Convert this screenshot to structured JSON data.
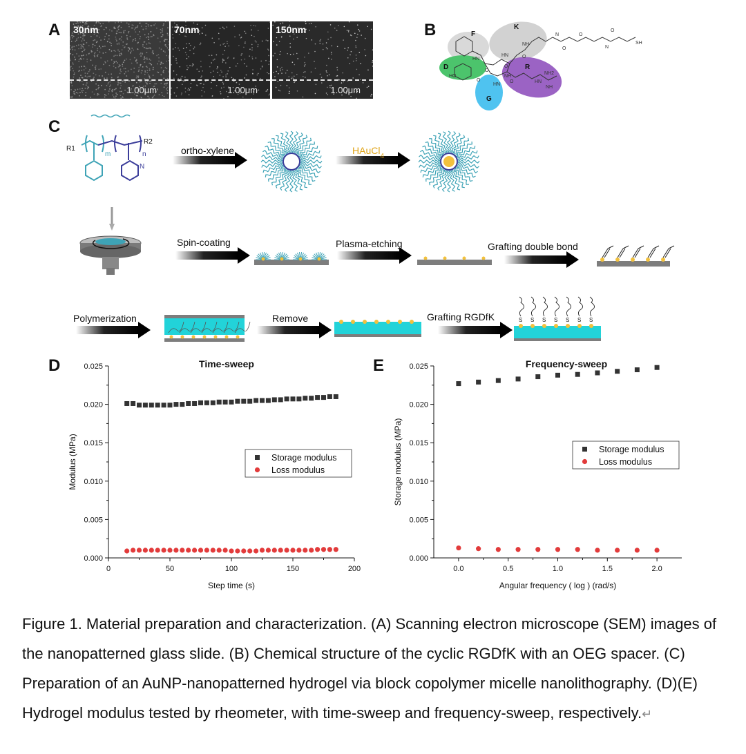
{
  "panels": {
    "a": "A",
    "b": "B",
    "c": "C",
    "d": "D",
    "e": "E"
  },
  "sem": [
    {
      "label": "30nm",
      "scale": "1.00μm",
      "bg": "#3a3a3a",
      "dots": "#9a9a9a"
    },
    {
      "label": "70nm",
      "scale": "1.00μm",
      "bg": "#262626",
      "dots": "#bdbdbd"
    },
    {
      "label": "150nm",
      "scale": "1.00μm",
      "bg": "#2a2a2a",
      "dots": "#d0d0d0"
    }
  ],
  "structure": {
    "residues": [
      "F",
      "K",
      "D",
      "R",
      "G"
    ],
    "atoms": [
      "HN",
      "HN",
      "O",
      "HO",
      "O",
      "HN",
      "NH",
      "O",
      "O",
      "NH",
      "NH2",
      "HN",
      "NH",
      "O",
      "N",
      "O",
      "O",
      "N",
      "SH",
      "O"
    ]
  },
  "process": {
    "reagent_1": "ortho-xylene",
    "reagent_2": "HAuCl4",
    "step_spin": "Spin-coating",
    "step_plasma": "Plasma-etching",
    "step_graft_double": "Grafting double bond",
    "step_polymerization": "Polymerization",
    "step_remove": "Remove",
    "step_graft_rgd": "Grafting RGDfK",
    "polymer_labels": {
      "r1": "R1",
      "r2": "R2",
      "m": "m",
      "n": "n",
      "N": "N"
    },
    "s_label": "S"
  },
  "colors": {
    "corona": "#3ea3b6",
    "gold": "#f2c13d",
    "substrate": "#7d7d7d",
    "hydrogel": "#22d3d9",
    "storage": "#333333",
    "loss": "#e23b3b"
  },
  "chart_data": [
    {
      "type": "scatter",
      "title": "Time-sweep",
      "xlabel": "Step time (s)",
      "ylabel": "Modulus (MPa)",
      "xlim": [
        0,
        200
      ],
      "ylim": [
        0,
        0.025
      ],
      "xticks": [
        "0",
        "50",
        "100",
        "150",
        "200"
      ],
      "yticks": [
        "0.000",
        "0.005",
        "0.010",
        "0.015",
        "0.020",
        "0.025"
      ],
      "legend_position": "center-right",
      "series": [
        {
          "name": "Storage modulus",
          "marker": "square",
          "x": [
            15,
            20,
            25,
            30,
            35,
            40,
            45,
            50,
            55,
            60,
            65,
            70,
            75,
            80,
            85,
            90,
            95,
            100,
            105,
            110,
            115,
            120,
            125,
            130,
            135,
            140,
            145,
            150,
            155,
            160,
            165,
            170,
            175,
            180,
            185
          ],
          "y": [
            0.0201,
            0.0201,
            0.0199,
            0.0199,
            0.0199,
            0.0199,
            0.0199,
            0.0199,
            0.02,
            0.02,
            0.0201,
            0.0201,
            0.0202,
            0.0202,
            0.0202,
            0.0203,
            0.0203,
            0.0203,
            0.0204,
            0.0204,
            0.0204,
            0.0205,
            0.0205,
            0.0205,
            0.0206,
            0.0206,
            0.0207,
            0.0207,
            0.0207,
            0.0208,
            0.0208,
            0.0209,
            0.0209,
            0.021,
            0.021
          ]
        },
        {
          "name": "Loss modulus",
          "marker": "circle",
          "x": [
            15,
            20,
            25,
            30,
            35,
            40,
            45,
            50,
            55,
            60,
            65,
            70,
            75,
            80,
            85,
            90,
            95,
            100,
            105,
            110,
            115,
            120,
            125,
            130,
            135,
            140,
            145,
            150,
            155,
            160,
            165,
            170,
            175,
            180,
            185
          ],
          "y": [
            0.0009,
            0.001,
            0.001,
            0.001,
            0.001,
            0.001,
            0.001,
            0.001,
            0.001,
            0.001,
            0.001,
            0.001,
            0.001,
            0.001,
            0.001,
            0.001,
            0.001,
            0.0009,
            0.0009,
            0.0009,
            0.0009,
            0.0009,
            0.001,
            0.001,
            0.001,
            0.001,
            0.001,
            0.001,
            0.001,
            0.001,
            0.001,
            0.0011,
            0.0011,
            0.0011,
            0.0011
          ]
        }
      ]
    },
    {
      "type": "scatter",
      "title": "Frequency-sweep",
      "xlabel": "Angular frequency ( log ) (rad/s)",
      "ylabel": "Storage modulus (MPa)",
      "xlim": [
        -0.25,
        2.25
      ],
      "ylim": [
        0,
        0.025
      ],
      "xticks": [
        "0.0",
        "0.5",
        "1.0",
        "1.5",
        "2.0"
      ],
      "yticks": [
        "0.000",
        "0.005",
        "0.010",
        "0.015",
        "0.020",
        "0.025"
      ],
      "legend_position": "center-right",
      "series": [
        {
          "name": "Storage modulus",
          "marker": "square",
          "x": [
            0.0,
            0.2,
            0.4,
            0.6,
            0.8,
            1.0,
            1.2,
            1.4,
            1.6,
            1.8,
            2.0
          ],
          "y": [
            0.0227,
            0.0229,
            0.0231,
            0.0233,
            0.0236,
            0.0238,
            0.0239,
            0.0241,
            0.0243,
            0.0245,
            0.0248
          ]
        },
        {
          "name": "Loss modulus",
          "marker": "circle",
          "x": [
            0.0,
            0.2,
            0.4,
            0.6,
            0.8,
            1.0,
            1.2,
            1.4,
            1.6,
            1.8,
            2.0
          ],
          "y": [
            0.0013,
            0.0012,
            0.0011,
            0.0011,
            0.0011,
            0.0011,
            0.0011,
            0.001,
            0.001,
            0.001,
            0.001
          ]
        }
      ]
    }
  ],
  "caption": "Figure 1. Material preparation and characterization. (A) Scanning electron microscope (SEM) images of the nanopatterned glass slide. (B) Chemical structure of the cyclic RGDfK with an OEG spacer. (C) Preparation of an AuNP-nanopatterned hydrogel via block copolymer micelle nanolithography. (D)(E) Hydrogel modulus tested by rheometer, with time-sweep and frequency-sweep, respectively.",
  "caption_end_mark": "↵"
}
